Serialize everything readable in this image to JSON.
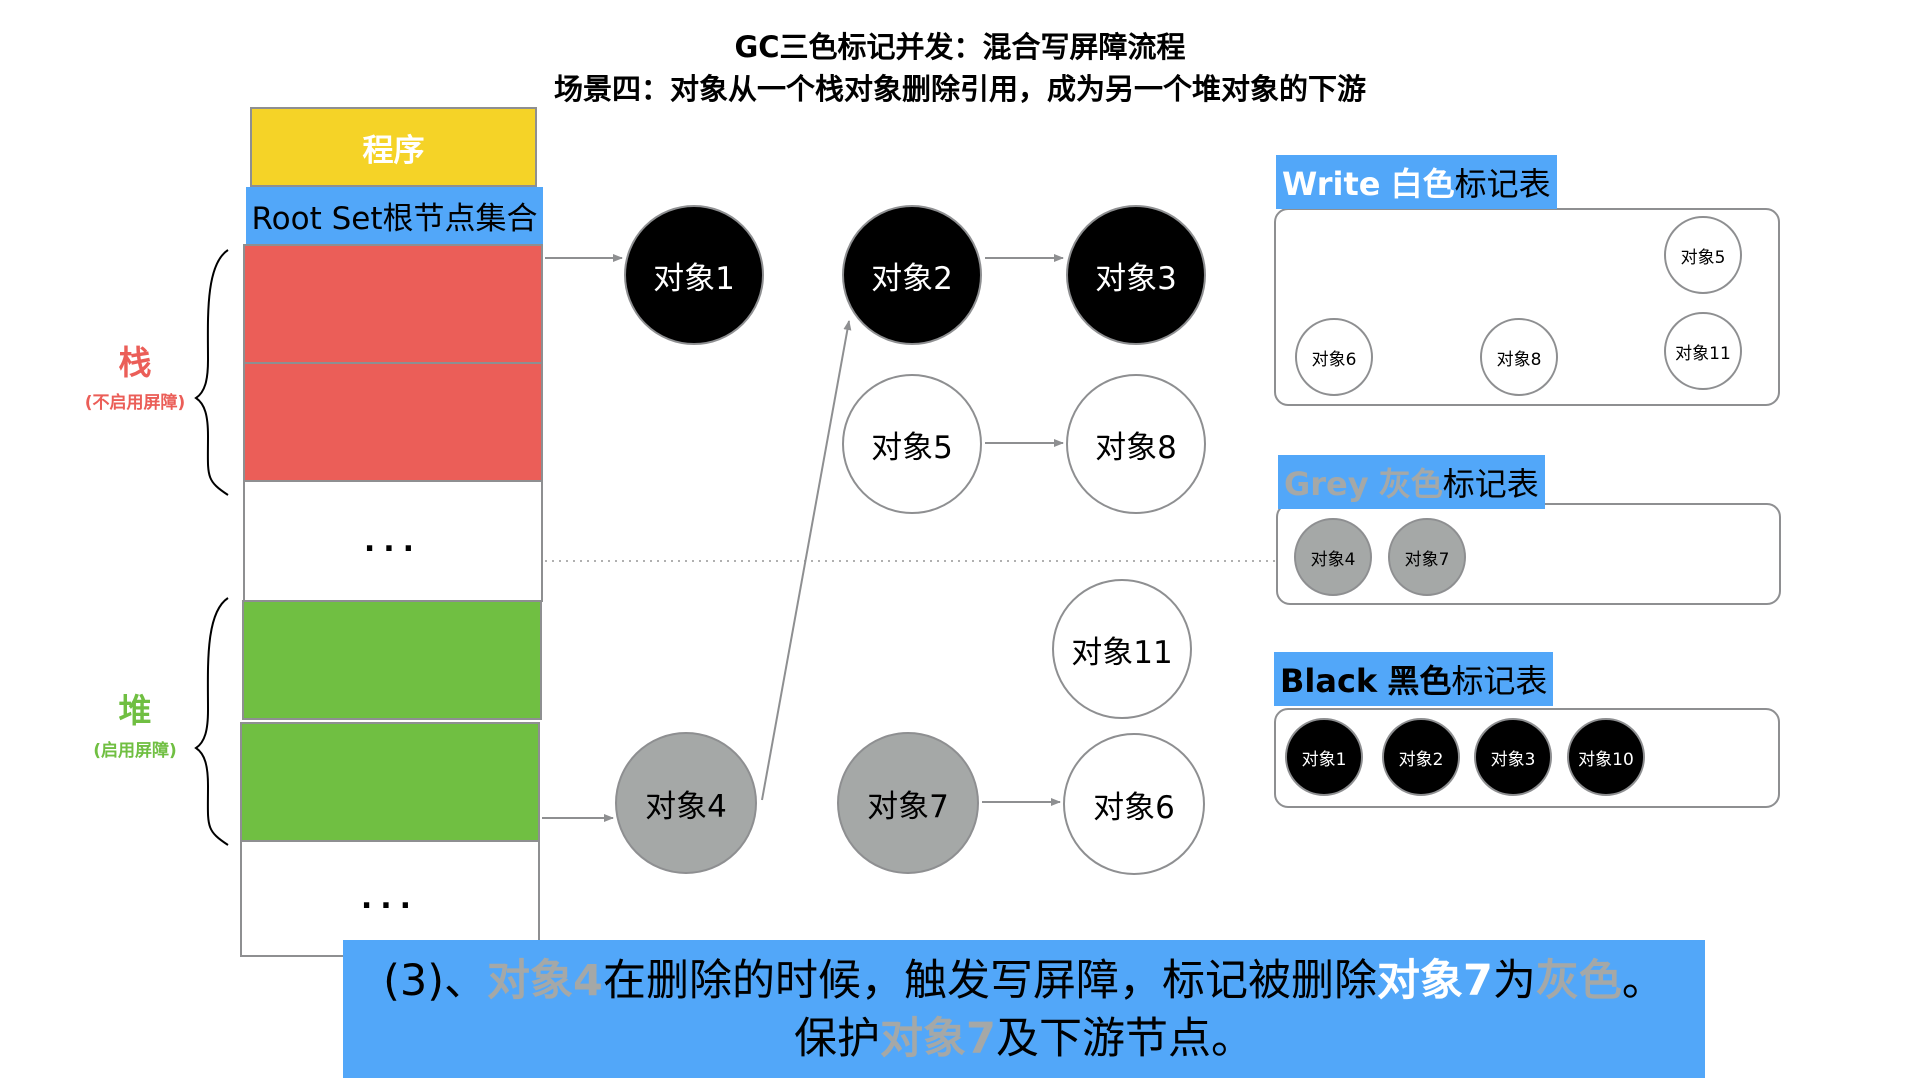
{
  "title": {
    "line1": "GC三色标记并发：混合写屏障流程",
    "line2": "场景四：对象从一个栈对象删除引用，成为另一个堆对象的下游"
  },
  "program": {
    "label": "程序",
    "color": "#f5d327"
  },
  "root_set": {
    "label": "Root Set根节点集合",
    "color": "#52a7f9"
  },
  "stack": {
    "label": "栈",
    "sublabel": "(不启用屏障)",
    "color": "#eb5e58"
  },
  "heap": {
    "label": "堆",
    "sublabel": "(启用屏障)",
    "color": "#70bf42"
  },
  "ellipsis": {
    "stack": "...",
    "heap": "..."
  },
  "nodes": {
    "n1": "对象1",
    "n2": "对象2",
    "n3": "对象3",
    "n5": "对象5",
    "n8": "对象8",
    "n11": "对象11",
    "n4": "对象4",
    "n7": "对象7",
    "n6": "对象6"
  },
  "tables": {
    "white": {
      "label_en": "Write",
      "label_color": "白色",
      "label_suffix": "标记表",
      "items": [
        "对象5",
        "对象6",
        "对象8",
        "对象11"
      ]
    },
    "grey": {
      "label_en": "Grey",
      "label_color": "灰色",
      "label_suffix": "标记表",
      "items": [
        "对象4",
        "对象7"
      ]
    },
    "black": {
      "label_en": "Black",
      "label_color": "黑色",
      "label_suffix": "标记表",
      "items": [
        "对象1",
        "对象2",
        "对象3",
        "对象10"
      ]
    }
  },
  "caption": {
    "p1": "(3)、",
    "p2": "对象4",
    "p3": "在删除的时候，触发写屏障，标记被删除",
    "p4": "对象7",
    "p5": "为",
    "p6": "灰色",
    "p7": "。",
    "p8": "保护",
    "p9": "对象7",
    "p10": "及下游节点。"
  },
  "colors": {
    "accent_blue": "#52a7f9",
    "grey_node": "#a5a8a7",
    "border": "#8e8f91"
  }
}
